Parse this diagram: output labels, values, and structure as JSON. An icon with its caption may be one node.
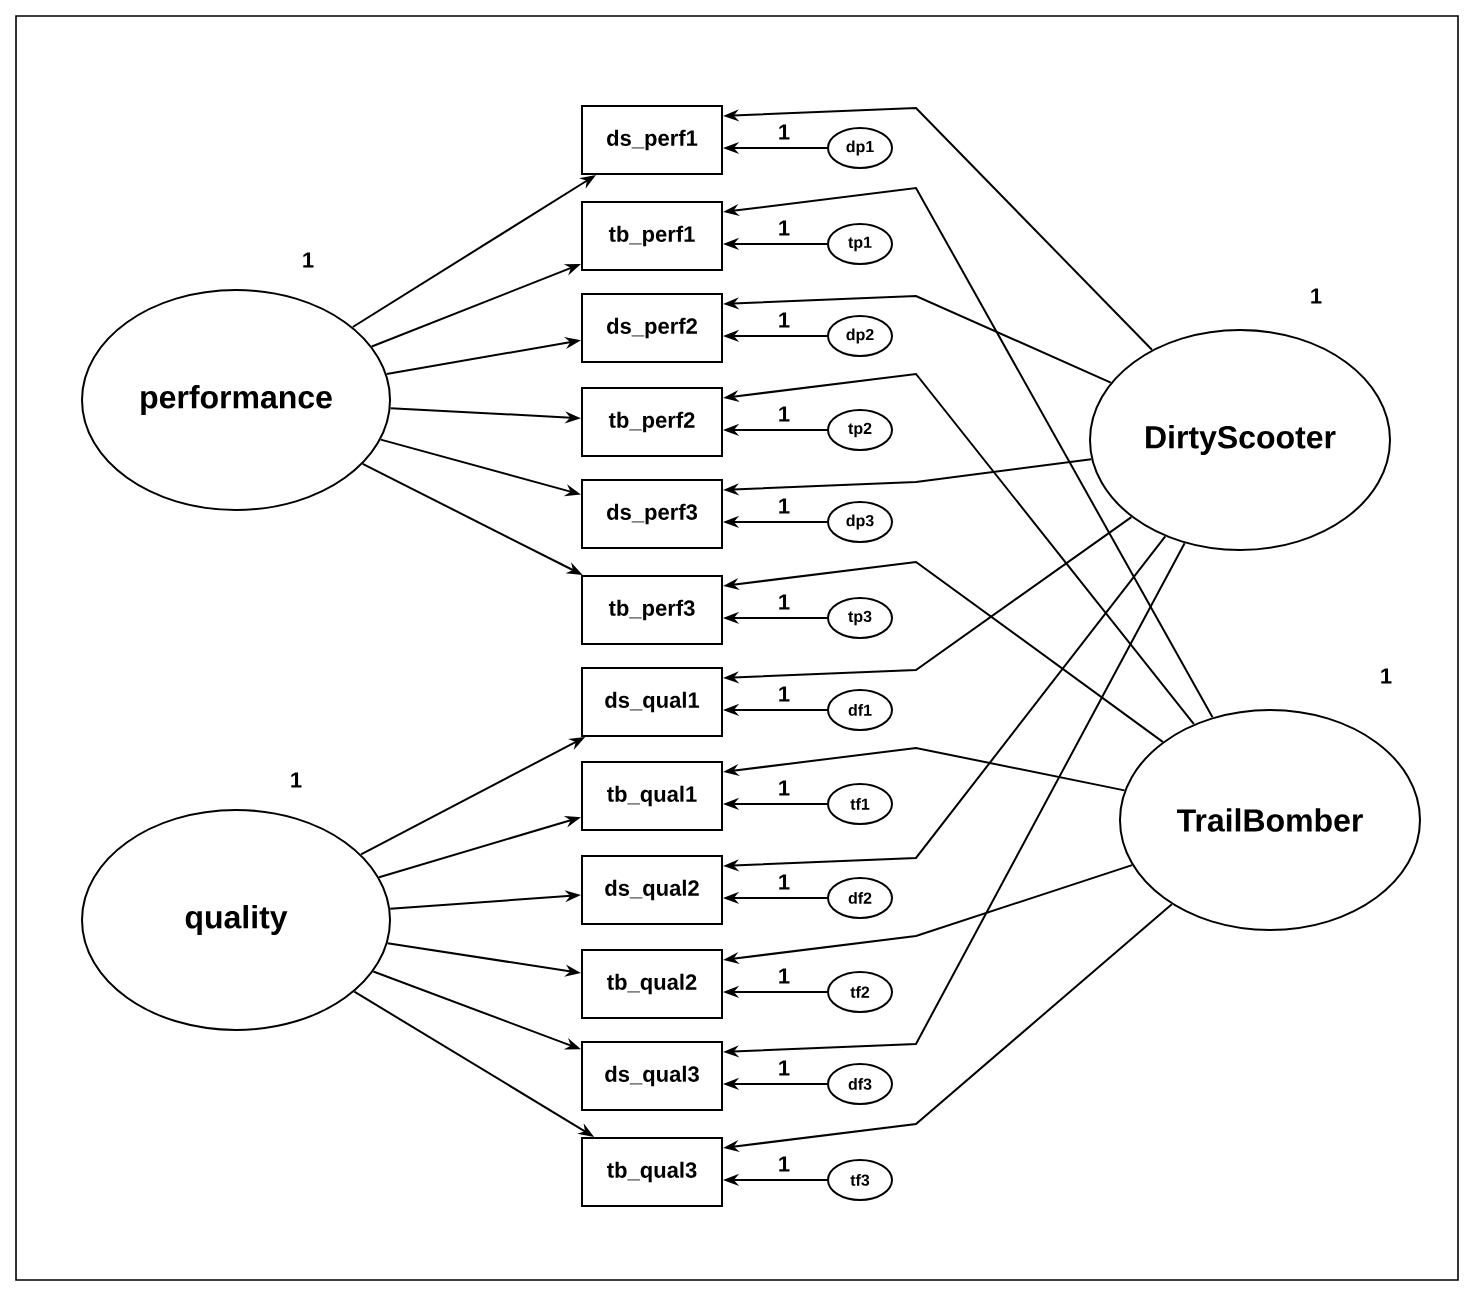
{
  "diagram": {
    "nodes": [
      {
        "text": [
          "performance"
        ],
        "beside": [
          "1"
        ]
      },
      {
        "text": [
          "quality"
        ],
        "beside": [
          "1"
        ]
      },
      {
        "text": [
          "DirtyScooter"
        ],
        "beside": [
          "1"
        ]
      },
      {
        "text": [
          "TrailBomber"
        ],
        "beside": [
          "1"
        ]
      },
      {
        "text": [
          "ds_perf1"
        ]
      },
      {
        "text": [
          "tb_perf1"
        ]
      },
      {
        "text": [
          "ds_perf2"
        ]
      },
      {
        "text": [
          "tb_perf2"
        ]
      },
      {
        "text": [
          "ds_perf3"
        ]
      },
      {
        "text": [
          "tb_perf3"
        ]
      },
      {
        "text": [
          "ds_qual1"
        ]
      },
      {
        "text": [
          "tb_qual1"
        ]
      },
      {
        "text": [
          "ds_qual2"
        ]
      },
      {
        "text": [
          "tb_qual2"
        ]
      },
      {
        "text": [
          "ds_qual3"
        ]
      },
      {
        "text": [
          "tb_qual3"
        ]
      },
      {
        "text": [
          "dp1"
        ]
      },
      {
        "text": [
          "tp1"
        ]
      },
      {
        "text": [
          "dp2"
        ]
      },
      {
        "text": [
          "tp2"
        ]
      },
      {
        "text": [
          "dp3"
        ]
      },
      {
        "text": [
          "tp3"
        ]
      },
      {
        "text": [
          "df1"
        ]
      },
      {
        "text": [
          "tf1"
        ]
      },
      {
        "text": [
          "df2"
        ]
      },
      {
        "text": [
          "tf2"
        ]
      },
      {
        "text": [
          "df3"
        ]
      },
      {
        "text": [
          "tf3"
        ]
      }
    ],
    "edges": [
      {
        "from": 0,
        "to": 4,
        "arrow": "to"
      },
      {
        "from": 0,
        "to": 5,
        "arrow": "to"
      },
      {
        "from": 0,
        "to": 6,
        "arrow": "to"
      },
      {
        "from": 0,
        "to": 7,
        "arrow": "to"
      },
      {
        "from": 0,
        "to": 8,
        "arrow": "to"
      },
      {
        "from": 0,
        "to": 9,
        "arrow": "to"
      },
      {
        "from": 1,
        "to": 10,
        "arrow": "to"
      },
      {
        "from": 1,
        "to": 11,
        "arrow": "to"
      },
      {
        "from": 1,
        "to": 12,
        "arrow": "to"
      },
      {
        "from": 1,
        "to": 13,
        "arrow": "to"
      },
      {
        "from": 1,
        "to": 14,
        "arrow": "to"
      },
      {
        "from": 1,
        "to": 15,
        "arrow": "to"
      },
      {
        "from": 2,
        "to": 4,
        "arrow": "to"
      },
      {
        "from": 2,
        "to": 6,
        "arrow": "to"
      },
      {
        "from": 2,
        "to": 8,
        "arrow": "to"
      },
      {
        "from": 2,
        "to": 10,
        "arrow": "to"
      },
      {
        "from": 2,
        "to": 12,
        "arrow": "to"
      },
      {
        "from": 2,
        "to": 14,
        "arrow": "to"
      },
      {
        "from": 3,
        "to": 5,
        "arrow": "to"
      },
      {
        "from": 3,
        "to": 7,
        "arrow": "to"
      },
      {
        "from": 3,
        "to": 9,
        "arrow": "to"
      },
      {
        "from": 3,
        "to": 11,
        "arrow": "to"
      },
      {
        "from": 3,
        "to": 13,
        "arrow": "to"
      },
      {
        "from": 3,
        "to": 15,
        "arrow": "to"
      },
      {
        "from": 16,
        "to": 4,
        "arrow": "to",
        "label": "1"
      },
      {
        "from": 17,
        "to": 5,
        "arrow": "to",
        "label": "1"
      },
      {
        "from": 18,
        "to": 6,
        "arrow": "to",
        "label": "1"
      },
      {
        "from": 19,
        "to": 7,
        "arrow": "to",
        "label": "1"
      },
      {
        "from": 20,
        "to": 8,
        "arrow": "to",
        "label": "1"
      },
      {
        "from": 21,
        "to": 9,
        "arrow": "to",
        "label": "1"
      },
      {
        "from": 22,
        "to": 10,
        "arrow": "to",
        "label": "1"
      },
      {
        "from": 23,
        "to": 11,
        "arrow": "to",
        "label": "1"
      },
      {
        "from": 24,
        "to": 12,
        "arrow": "to",
        "label": "1"
      },
      {
        "from": 25,
        "to": 13,
        "arrow": "to",
        "label": "1"
      },
      {
        "from": 26,
        "to": 14,
        "arrow": "to",
        "label": "1"
      },
      {
        "from": 27,
        "to": 15,
        "arrow": "to",
        "label": "1"
      }
    ]
  }
}
